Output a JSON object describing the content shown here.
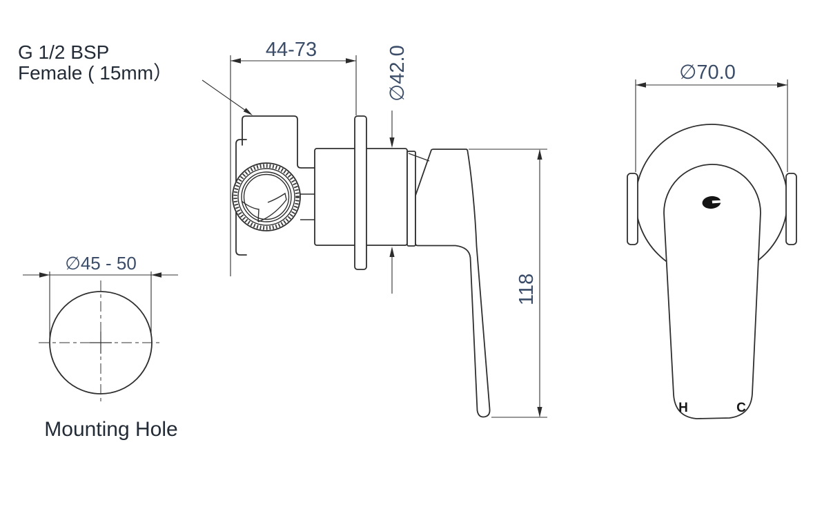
{
  "drawing": {
    "inlet_callout": {
      "line1": "G 1/2 BSP",
      "line2": "Female ( 15mm）"
    },
    "side_view": {
      "dim_depth": "44-73",
      "dim_trim_diameter": "∅42.0",
      "dim_height": "118"
    },
    "front_view": {
      "dim_faceplate_diameter": "∅70.0",
      "hot_marking": "H",
      "cold_marking": "C"
    },
    "mounting_hole_view": {
      "dim_diameter": "∅45 - 50",
      "caption": "Mounting Hole"
    },
    "colors": {
      "line": "#2e2e2e",
      "dimension_text": "#3a4c68",
      "label_text": "#232b36"
    }
  }
}
